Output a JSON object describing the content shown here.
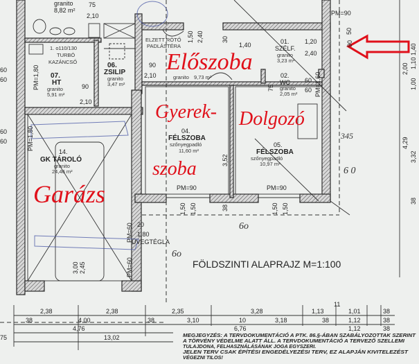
{
  "annotations": {
    "eloszoba": "Előszoba",
    "gyerek": "Gyerek-",
    "szoba": "szoba",
    "dolgozo": "Dolgozó",
    "garazs": "Garázs",
    "arrow_color": "#e0101a"
  },
  "rooms": {
    "top_left": {
      "material": "granito",
      "area": "8,82 m²"
    },
    "ht": {
      "note1": "1. o110/130",
      "note2": "TURBÓ",
      "note3": "KAZÁNCSŐ",
      "number": "07.",
      "name": "HT",
      "material": "granito",
      "area": "5,91 m²"
    },
    "zsilip": {
      "number": "06.",
      "name": "ZSILIP",
      "material": "granito",
      "area": "3,47 m²"
    },
    "padlas": {
      "line1": "ELZETT RÓTŐ",
      "line2": "PADLÁSTÉRA"
    },
    "eloszoba_room": {
      "material": "granito",
      "area": "9,73 m²"
    },
    "szelp": {
      "number": "01.",
      "name": "SZÉLF.",
      "material": "granito",
      "area": "3,23 m²"
    },
    "wc": {
      "number": "02.",
      "name": "WC",
      "material": "granito",
      "area": "2,05 m²"
    },
    "gyerekszoba": {
      "number": "04.",
      "name": "FÉLSZOBA",
      "material": "szőnyegpadló",
      "area": "11,60 m²"
    },
    "dolgozo_room": {
      "number": "05.",
      "name": "FÉLSZOBA",
      "material": "szőnyegpadló",
      "area": "10,97 m²"
    },
    "garage": {
      "number": "14.",
      "name": "GK TÁROLÓ",
      "material": "granito",
      "area": "24,46 m²"
    }
  },
  "labels": {
    "pm90": "PM=90",
    "pm180": "PM=1,80",
    "pm60": "PM=60",
    "pm160": "PM=1,60",
    "uvegtegla": "ÜVEGTÉGLA",
    "d210": "2,10",
    "d90": "90",
    "d75": "75",
    "d60": "60",
    "d150": "1,50",
    "d240": "2,40",
    "d30": "30",
    "d140": "1,40",
    "d120": "1,20",
    "d50": "50",
    "d352": "3,52",
    "d38": "38",
    "d20": "20",
    "d180": "1,80",
    "d300": "3,00",
    "d245": "2,45",
    "d429": "4,29",
    "d332": "3,32",
    "d200": "2,00",
    "d110": "1,10",
    "d100": "1,00",
    "hand_60": "6 0",
    "hand_60b": "6o",
    "hand_345": "345"
  },
  "title": "FÖLDSZINTI ALAPRAJZ M=1:100",
  "dimensions": {
    "row1": [
      "2,38",
      "2,38",
      "2,35",
      "3,28",
      "1,13",
      "11",
      "1,01",
      "38"
    ],
    "row2": [
      "38",
      "4,00",
      "38",
      "3,10",
      "10",
      "3,18",
      "38",
      "1,12",
      "38"
    ],
    "row3": [
      "4,76",
      "6,76",
      "1,12",
      "38"
    ],
    "row4": [
      "75",
      "13,02"
    ]
  },
  "note": [
    "MEGJEGYZÉS: A TERVDOKUMENTÁCIÓ A PTK. 86.§-ÁBAN SZABÁLYOZOTTAK SZERINT",
    "A TÖRVÉNY VÉDELME ALATT ÁLL. A TERVDOKUMENTÁCIÓ A TERVEZŐ SZELLEMI",
    "TULAJDONA, FELHASZNÁLÁSÁNAK JOGA EGYSZERI.",
    "JELEN TERV CSAK ÉPÍTÉSI ENGEDÉLYEZÉSI TERV, EZ ALAPJÁN KIVITELEZÉST",
    "VÉGEZNI TILOS!"
  ]
}
